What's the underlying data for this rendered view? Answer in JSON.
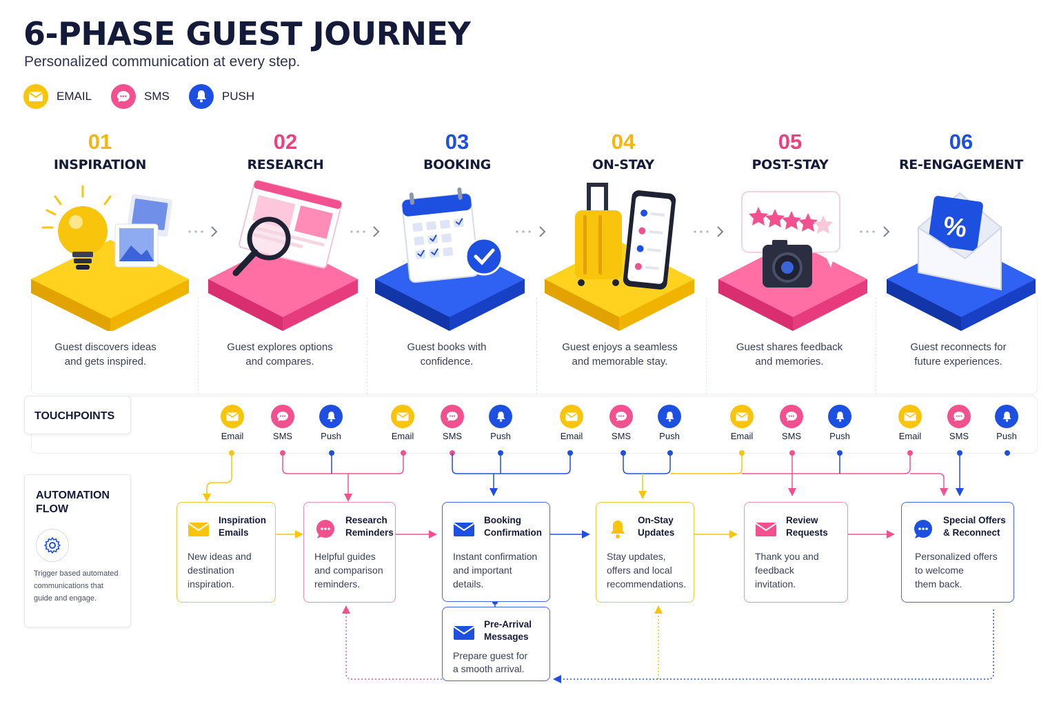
{
  "title": "6-PHASE GUEST JOURNEY",
  "subtitle": "Personalized communication at every step.",
  "legend": [
    {
      "label": "EMAIL",
      "icon": "envelope-icon",
      "color": "#f8c40c"
    },
    {
      "label": "SMS",
      "icon": "chat-bubble-icon",
      "color": "#f2508f"
    },
    {
      "label": "PUSH",
      "icon": "bell-icon",
      "color": "#1d4fe0"
    }
  ],
  "phases": [
    {
      "num": "01",
      "name": "INSPIRATION",
      "desc_line1": "Guest discovers ideas",
      "desc_line2": "and gets inspired.",
      "color": "#f8c40c",
      "illustration": "lightbulb-icon"
    },
    {
      "num": "02",
      "name": "RESEARCH",
      "desc_line1": "Guest explores options",
      "desc_line2": "and compares.",
      "color": "#f2508f",
      "illustration": "magnifier-icon"
    },
    {
      "num": "03",
      "name": "BOOKING",
      "desc_line1": "Guest books with",
      "desc_line2": "confidence.",
      "color": "#1d4fe0",
      "illustration": "calendar-check-icon"
    },
    {
      "num": "04",
      "name": "ON-STAY",
      "desc_line1": "Guest enjoys a seamless",
      "desc_line2": "and memorable stay.",
      "color": "#f8c40c",
      "illustration": "suitcase-phone-icon"
    },
    {
      "num": "05",
      "name": "POST-STAY",
      "desc_line1": "Guest shares feedback",
      "desc_line2": "and memories.",
      "color": "#f2508f",
      "illustration": "camera-rating-icon"
    },
    {
      "num": "06",
      "name": "RE-ENGAGEMENT",
      "desc_line1": "Guest reconnects for",
      "desc_line2": "future experiences.",
      "color": "#1d4fe0",
      "illustration": "envelope-percent-icon"
    }
  ],
  "touchpoints": {
    "label": "TOUCHPOINTS",
    "channel_labels": [
      "Email",
      "SMS",
      "Push"
    ]
  },
  "automation": {
    "title_line1": "AUTOMATION",
    "title_line2": "FLOW",
    "desc_line1": "Trigger based automated",
    "desc_line2": "communications that",
    "desc_line3": "guide and engage."
  },
  "flow": [
    {
      "title_line1": "Inspiration",
      "title_line2": "Emails",
      "desc": [
        "New ideas and",
        "destination",
        "inspiration."
      ],
      "channel": "email",
      "color": "#f8c40c"
    },
    {
      "title_line1": "Research",
      "title_line2": "Reminders",
      "desc": [
        "Helpful guides",
        "and comparison",
        "reminders."
      ],
      "channel": "sms",
      "color": "#f2508f"
    },
    {
      "title_line1": "Booking",
      "title_line2": "Confirmation",
      "desc": [
        "Instant confirmation",
        "and important",
        "details."
      ],
      "channel": "email",
      "color": "#1d4fe0"
    },
    {
      "title_line1": "On-Stay",
      "title_line2": "Updates",
      "desc": [
        "Stay updates,",
        "offers and local",
        "recommendations."
      ],
      "channel": "push",
      "color": "#f8c40c"
    },
    {
      "title_line1": "Review",
      "title_line2": "Requests",
      "desc": [
        "Thank you and",
        "feedback",
        "invitation."
      ],
      "channel": "email",
      "color": "#f2508f"
    },
    {
      "title_line1": "Special Offers",
      "title_line2": "& Reconnect",
      "desc": [
        "Personalized offers",
        "to welcome",
        "them back."
      ],
      "channel": "sms",
      "color": "#1d4fe0"
    }
  ],
  "pre_arrival": {
    "title_line1": "Pre-Arrival",
    "title_line2": "Messages",
    "desc": [
      "Prepare guest for",
      "a smooth arrival."
    ],
    "channel": "email",
    "color": "#1d4fe0"
  }
}
